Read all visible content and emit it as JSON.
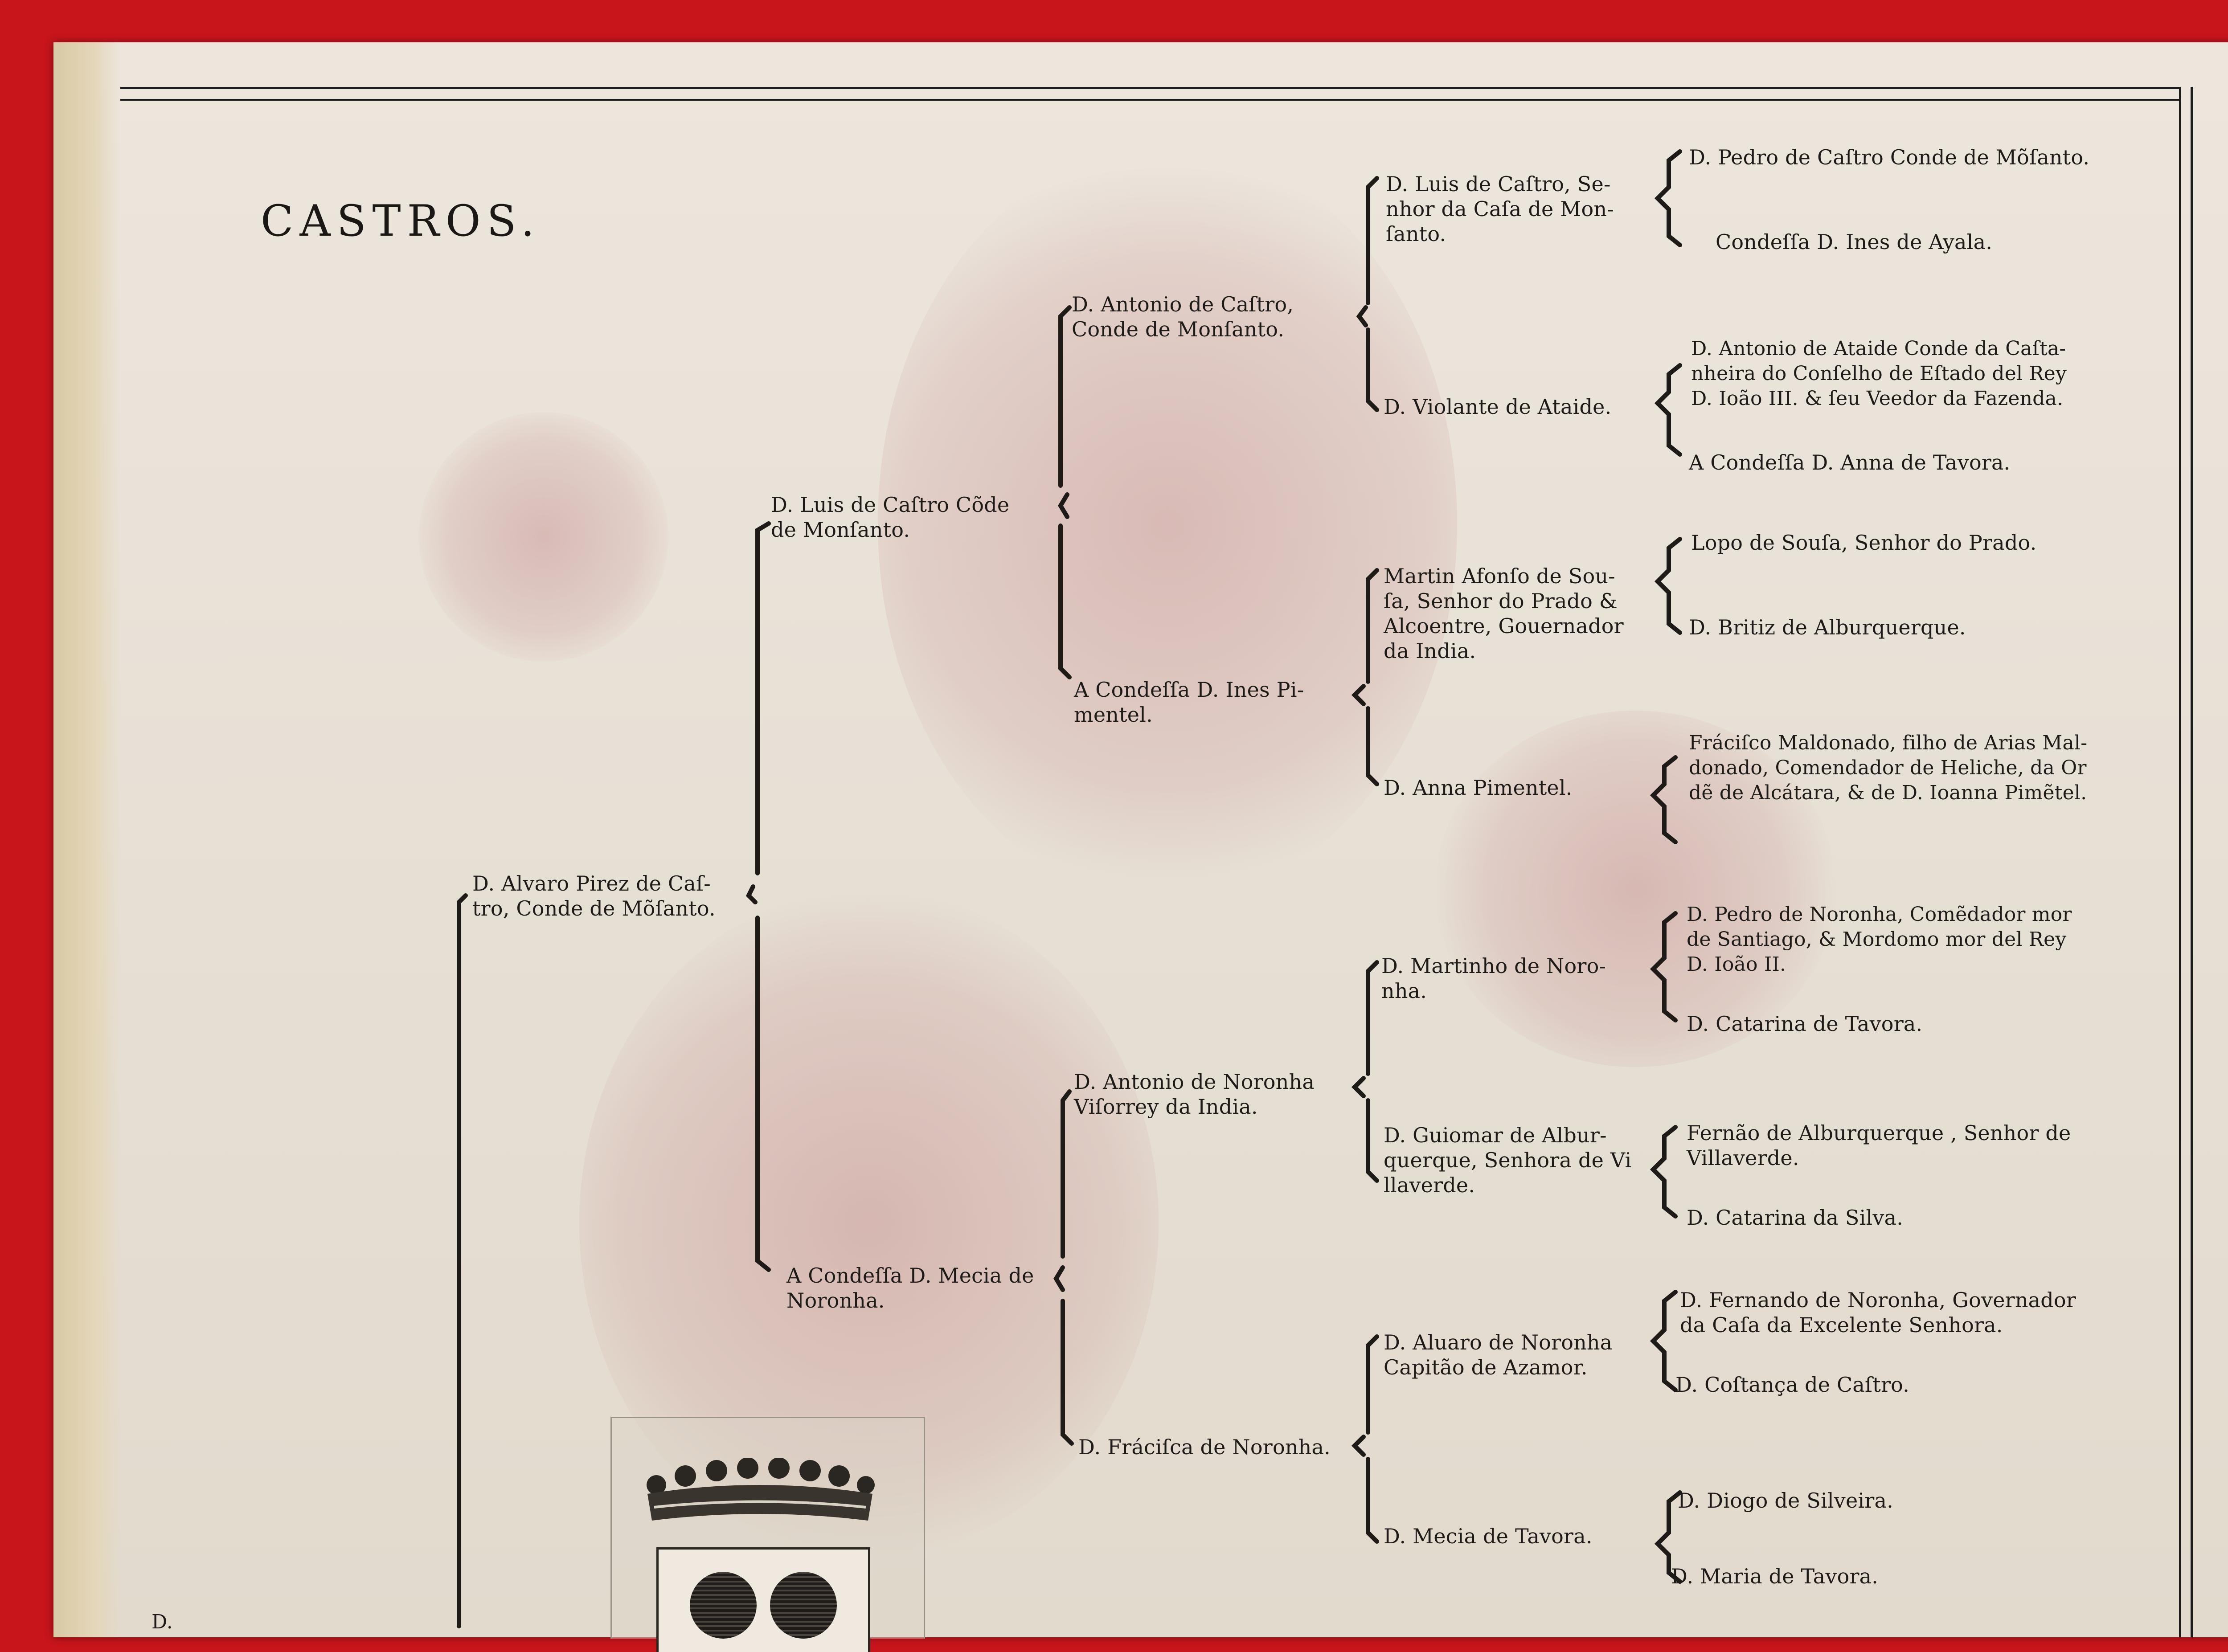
{
  "document": {
    "title": "CASTROS.",
    "stray_text": "D."
  },
  "tree": {
    "root": "D. Alvaro Pirez de Caſ-\ntro, Conde de Mõſanto.",
    "gen2": {
      "luis_cd": "D. Luis de Caſtro Cõde\nde Monſanto.",
      "mecia": "A Condeſſa D. Mecia de\nNoronha."
    },
    "gen3": {
      "antonio_castro": "D. Antonio de Caſtro,\nConde de Monſanto.",
      "ines_pimentel": "A Condeſſa D. Ines Pi-\nmentel.",
      "antonio_noronha": "D. Antonio de Noronha\nViſorrey da India.",
      "francisca": "D. Fráciſca de Noronha."
    },
    "gen4": {
      "luis_senhor": "D. Luis de Caſtro, Se-\nnhor da Caſa de Mon-\nſanto.",
      "violante": "D. Violante de Ataide.",
      "martin": "Martin Afonſo de Sou-\nſa, Senhor do Prado &\nAlcoentre, Gouernador\nda India.",
      "anna_pimentel": "D. Anna Pimentel.",
      "martinho": "D. Martinho de Noro-\nnha.",
      "guiomar": "D. Guiomar de Albur-\nquerque, Senhora de Vi\nllaverde.",
      "aluaro": "D. Aluaro de Noronha\nCapitão de Azamor.",
      "mecia_tavora": "D. Mecia de Tavora."
    },
    "gen5": {
      "pedro_castro": "D. Pedro de Caſtro Conde de Mõſanto.",
      "ines_ayala": "Condeſſa D. Ines de Ayala.",
      "antonio_ataide": "D. Antonio de Ataide Conde da Caſta-\nnheira do Conſelho de Eſtado del Rey\nD. Ioão III. & ſeu Veedor da Fazenda.",
      "anna_tavora": "A Condeſſa D. Anna de Tavora.",
      "lopo": "Lopo de Souſa, Senhor do Prado.",
      "britiz": "D. Britiz de Alburquerque.",
      "francisco": "Fráciſco Maldonado, filho de Arias Mal-\ndonado, Comendador de Heliche, da Or\ndẽ de Alcátara, & de D. Ioanna Pimẽtel.",
      "pedro_noronha": "D. Pedro de Noronha, Comẽdador mor\nde Santiago, & Mordomo mor del Rey\nD. Ioão II.",
      "catarina_tavora": "D. Catarina de Tavora.",
      "fernao": "Fernão de Alburquerque , Senhor de\nVillaverde.",
      "catarina_silva": "D. Catarina da Silva.",
      "fernando": "D. Fernando de Noronha, Governador\nda Caſa da Excelente Senhora.",
      "costanca": "D. Coſtança de Caſtro.",
      "diogo": "D. Diogo de Silveira.",
      "maria": "D. Maria de Tavora."
    }
  },
  "colors": {
    "background": "#c8151c",
    "paper": "#e8e1d7",
    "ink": "#1d1a17",
    "stain": "#be787d"
  },
  "icons": [
    "coat-of-arms-icon",
    "coronet-icon"
  ]
}
